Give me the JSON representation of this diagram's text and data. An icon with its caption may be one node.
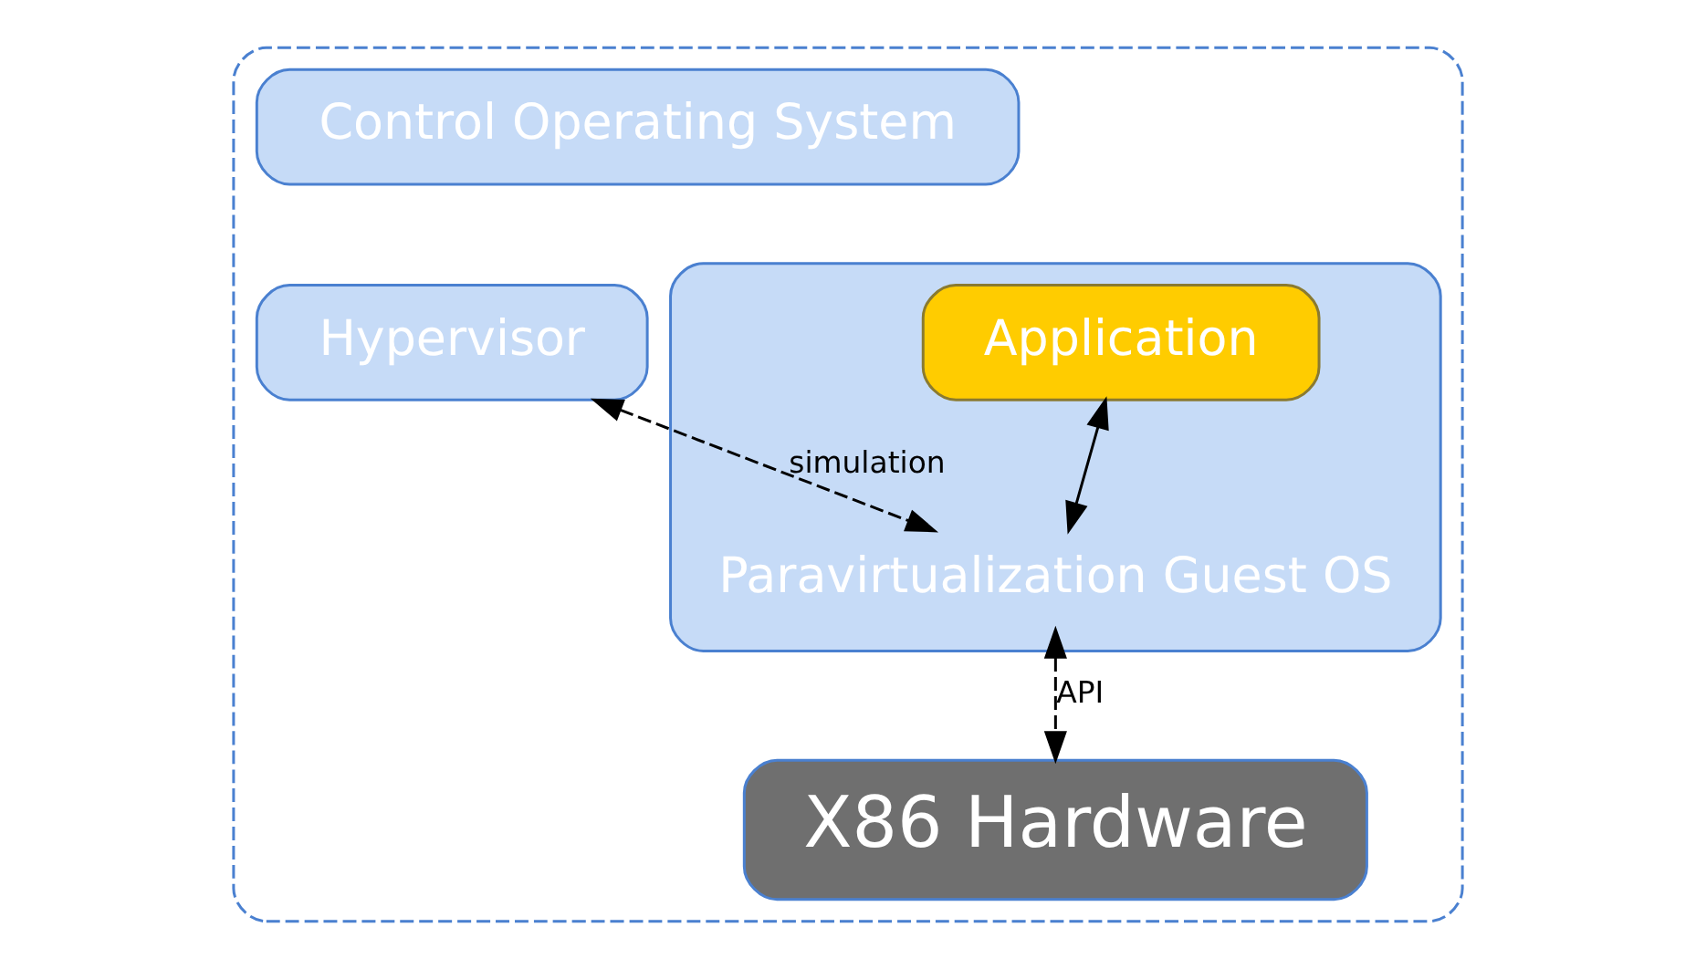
{
  "diagram": {
    "nodes": [
      {
        "text": [],
        "shape": "box"
      },
      {
        "text": [
          "Control Operating System"
        ],
        "in": 0
      },
      {
        "text": [
          "Hypervisor"
        ],
        "in": 0
      },
      {
        "text": [
          "Paravirtualization Guest OS"
        ],
        "in": 0
      },
      {
        "text": [
          "Application"
        ],
        "in": 3
      },
      {
        "text": [
          "X86 Hardware"
        ],
        "in": 0
      }
    ],
    "edges": [
      {
        "from": 4,
        "to": 3,
        "arrow": "both"
      },
      {
        "from": 2,
        "to": 3,
        "arrow": "both",
        "style": "dashed",
        "label": "simulation"
      },
      {
        "from": 3,
        "to": 5,
        "arrow": "both",
        "style": "dashed",
        "label": "API"
      }
    ]
  }
}
